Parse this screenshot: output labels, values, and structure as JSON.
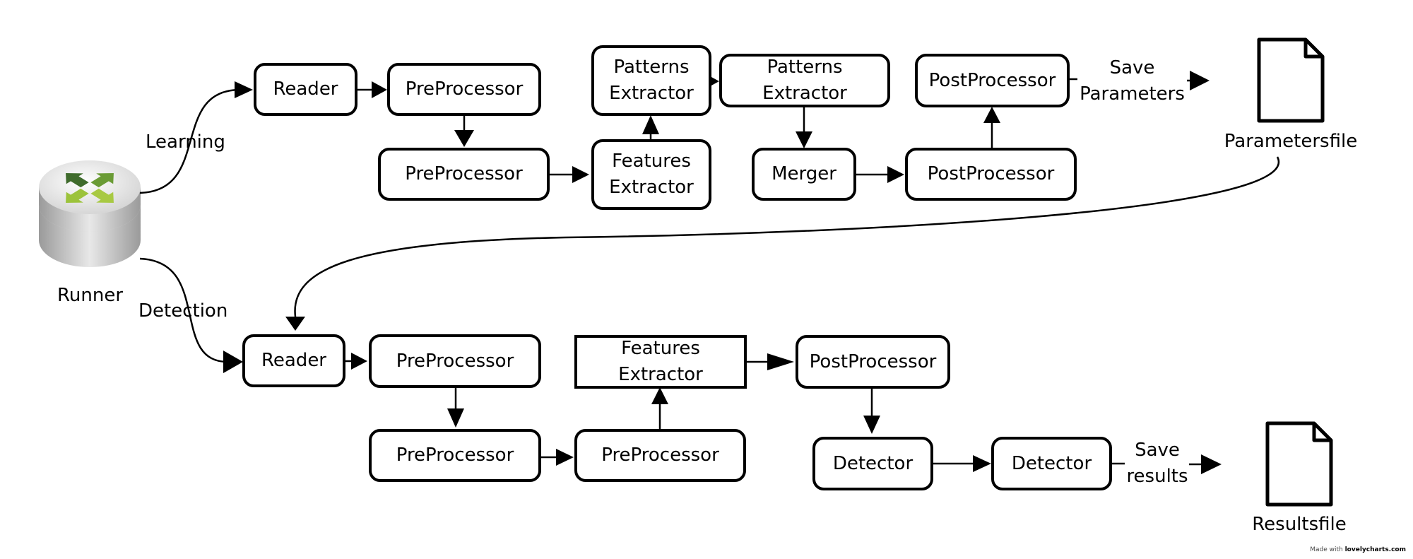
{
  "runner": {
    "label": "Runner"
  },
  "edges": {
    "learning": "Learning",
    "detection": "Detection"
  },
  "learning": {
    "reader": "Reader",
    "preprocessor_1": "PreProcessor",
    "preprocessor_2": "PreProcessor",
    "patterns_extractor_1": [
      "Patterns",
      "Extractor"
    ],
    "patterns_extractor_2": [
      "Patterns",
      "Extractor"
    ],
    "features_extractor": [
      "Features",
      "Extractor"
    ],
    "merger": "Merger",
    "postprocessor_1": "PostProcessor",
    "postprocessor_2": "PostProcessor",
    "save_parameters": [
      "Save",
      "Parameters"
    ],
    "parameters_file": "Parametersfile"
  },
  "detection": {
    "reader": "Reader",
    "preprocessor_1": "PreProcessor",
    "preprocessor_2": "PreProcessor",
    "preprocessor_3": "PreProcessor",
    "features_extractor": [
      "Features",
      "Extractor"
    ],
    "postprocessor": "PostProcessor",
    "detector_1": "Detector",
    "detector_2": "Detector",
    "save_results": [
      "Save",
      "results"
    ],
    "results_file": "Resultsfile"
  },
  "footer": {
    "made_with": "Made with",
    "brand": "lovelycharts.com"
  }
}
